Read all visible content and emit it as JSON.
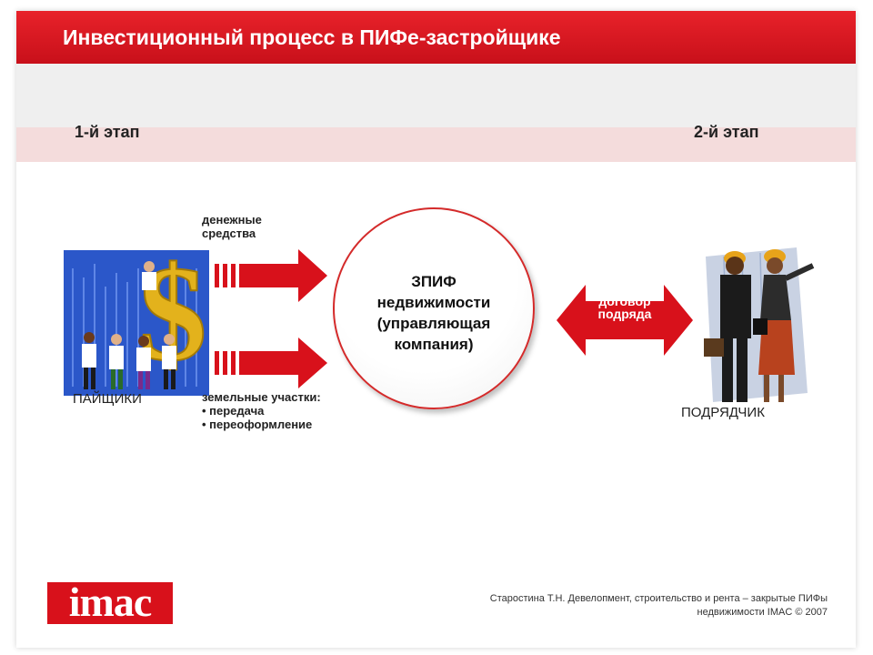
{
  "header": {
    "title": "Инвестиционный процесс в ПИФе-застройщике"
  },
  "stages": {
    "first": "1-й этап",
    "second": "2-й этап"
  },
  "flows": {
    "money": {
      "line1": "денежные",
      "line2": "средства"
    },
    "land": {
      "title": "земельные  участки:",
      "item1": "• передача",
      "item2": "• переоформление"
    }
  },
  "center": {
    "line1": "ЗПИФ",
    "line2": "недвижимости",
    "line3": "(управляющая",
    "line4": "компания)"
  },
  "contract": {
    "line1": "договор",
    "line2": "подряда"
  },
  "actors": {
    "investors": "ПАЙЩИКИ",
    "contractor": "ПОДРЯДЧИК"
  },
  "footer": {
    "line1": "Старостина Т.Н. Девелопмент, строительство и рента – закрытые ПИФы",
    "line2": "недвижимости IMAC © 2007"
  },
  "logo": {
    "text": "imac"
  },
  "icons": {
    "investors_picture": "people-money-icon",
    "contractor_picture": "builders-icon"
  },
  "colors": {
    "accent": "#d8111b",
    "stage_band": "#f4dcdc",
    "upper_band": "#efefef"
  }
}
